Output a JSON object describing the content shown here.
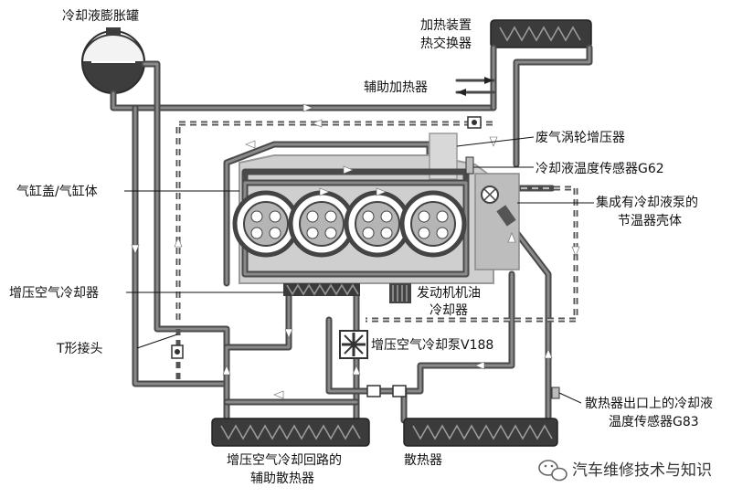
{
  "labels": {
    "expansion_tank": "冷却液膨胀罐",
    "heater_core_1": "加热装置",
    "heater_core_2": "热交换器",
    "aux_heater": "辅助加热器",
    "turbo": "废气涡轮增压器",
    "g62": "冷却液温度传感器G62",
    "cylinder": "气缸盖/气缸体",
    "thermostat_1": "集成有冷却液泵的",
    "thermostat_2": "节温器壳体",
    "intercooler": "增压空气冷却器",
    "oil_cooler_1": "发动机机油",
    "oil_cooler_2": "冷却器",
    "t_piece": "T形接头",
    "pump_v188": "增压空气冷却泵V188",
    "g83_1": "散热器出口上的冷却液",
    "g83_2": "温度传感器G83",
    "aux_radiator_1": "增压空气冷却回路的",
    "aux_radiator_2": "辅助散热器",
    "radiator": "散热器"
  },
  "watermark": {
    "text": "汽车维修技术与知识",
    "icon": "wechat-icon"
  },
  "colors": {
    "pipe": "#4a4a4a",
    "engine": "#c8c8c8",
    "radiator": "#3b3b3b"
  }
}
